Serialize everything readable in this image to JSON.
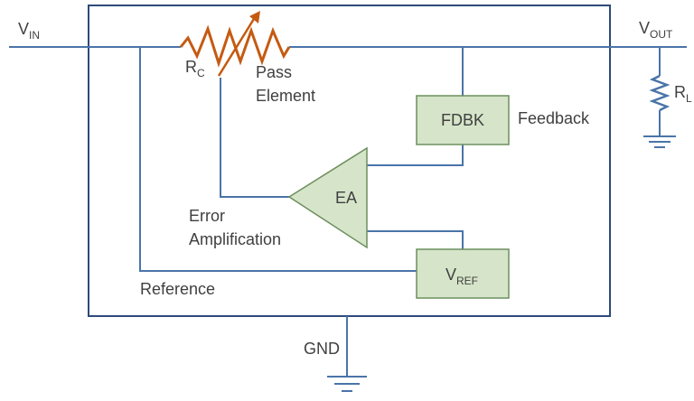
{
  "labels": {
    "vin_main": "V",
    "vin_sub": "IN",
    "vout_main": "V",
    "vout_sub": "OUT",
    "rc_main": "R",
    "rc_sub": "C",
    "pass_line1": "Pass",
    "pass_line2": "Element",
    "fdbk": "FDBK",
    "feedback": "Feedback",
    "rl_main": "R",
    "rl_sub": "L",
    "ea": "EA",
    "error_line1": "Error",
    "error_line2": "Amplification",
    "vref_main": "V",
    "vref_sub": "REF",
    "reference": "Reference",
    "gnd": "GND"
  },
  "colors": {
    "wire": "#4a74a8",
    "chip_border": "#2e4a7a",
    "block_fill": "#d6e5c9",
    "block_border": "#6d8f5e",
    "resistor": "#c55a11",
    "load_resistor": "#4a74a8",
    "text": "#404040"
  }
}
